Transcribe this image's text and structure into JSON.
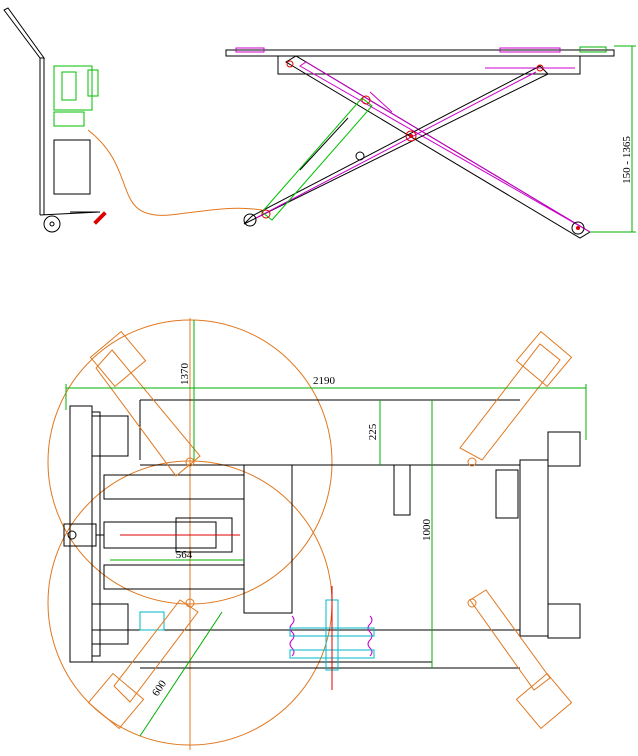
{
  "dimensions": {
    "lift_height_range": "150 - 1365",
    "overall_length": "2190",
    "pad_reach": "1370",
    "frame_offset": "225",
    "frame_width": "1000",
    "cylinder_stroke": "564",
    "arm_length": "600"
  },
  "colors": {
    "outline": "#000000",
    "dimension_line": "#00b000",
    "construction_arc": "#e07820",
    "highlight_magenta": "#cc00cc",
    "cylinder_green": "#00c000",
    "red_marks": "#dd0000",
    "cyan_part": "#00b8c8"
  }
}
